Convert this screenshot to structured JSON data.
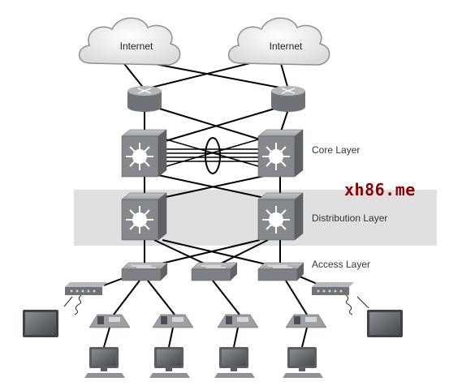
{
  "clouds": [
    {
      "label": "Internet"
    },
    {
      "label": "Internet"
    }
  ],
  "layers": {
    "core": "Core Layer",
    "distribution": "Distribution Layer",
    "access": "Access Layer"
  },
  "watermark": "xh86.me",
  "colors": {
    "band": "#e0e0e0",
    "device_body": "#7e8185",
    "device_face": "#a3a6aa",
    "link": "#000000"
  }
}
